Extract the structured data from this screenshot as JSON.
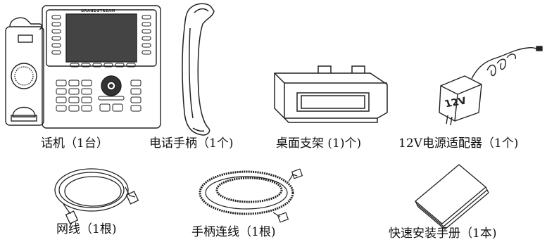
{
  "brand": "GRANDSTREAM",
  "items": [
    {
      "label": "话机（1台）"
    },
    {
      "label": "电话手柄（1个)"
    },
    {
      "label": "桌面支架 (1)个)"
    },
    {
      "label": "12V电源适配器（1个)"
    },
    {
      "label": "网线（1根)"
    },
    {
      "label": "手柄连线（1根)"
    },
    {
      "label": "快速安装手册（1本)"
    }
  ],
  "adapter_text": "12V"
}
